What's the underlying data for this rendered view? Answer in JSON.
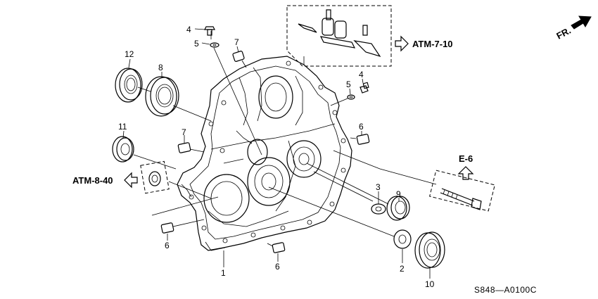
{
  "callouts": [
    {
      "id": "c1",
      "label": "1"
    },
    {
      "id": "c2",
      "label": "2"
    },
    {
      "id": "c3",
      "label": "3"
    },
    {
      "id": "c4a",
      "label": "4"
    },
    {
      "id": "c4b",
      "label": "4"
    },
    {
      "id": "c5a",
      "label": "5"
    },
    {
      "id": "c5b",
      "label": "5"
    },
    {
      "id": "c6a",
      "label": "6"
    },
    {
      "id": "c6b",
      "label": "6"
    },
    {
      "id": "c6c",
      "label": "6"
    },
    {
      "id": "c7a",
      "label": "7"
    },
    {
      "id": "c7b",
      "label": "7"
    },
    {
      "id": "c8",
      "label": "8"
    },
    {
      "id": "c9",
      "label": "9"
    },
    {
      "id": "c10",
      "label": "10"
    },
    {
      "id": "c11",
      "label": "11"
    },
    {
      "id": "c12",
      "label": "12"
    }
  ],
  "references": {
    "atm_7_10": "ATM-7-10",
    "atm_8_40": "ATM-8-40",
    "e_6": "E-6"
  },
  "direction_label": "FR.",
  "diagram_code": "S848—A0100C"
}
